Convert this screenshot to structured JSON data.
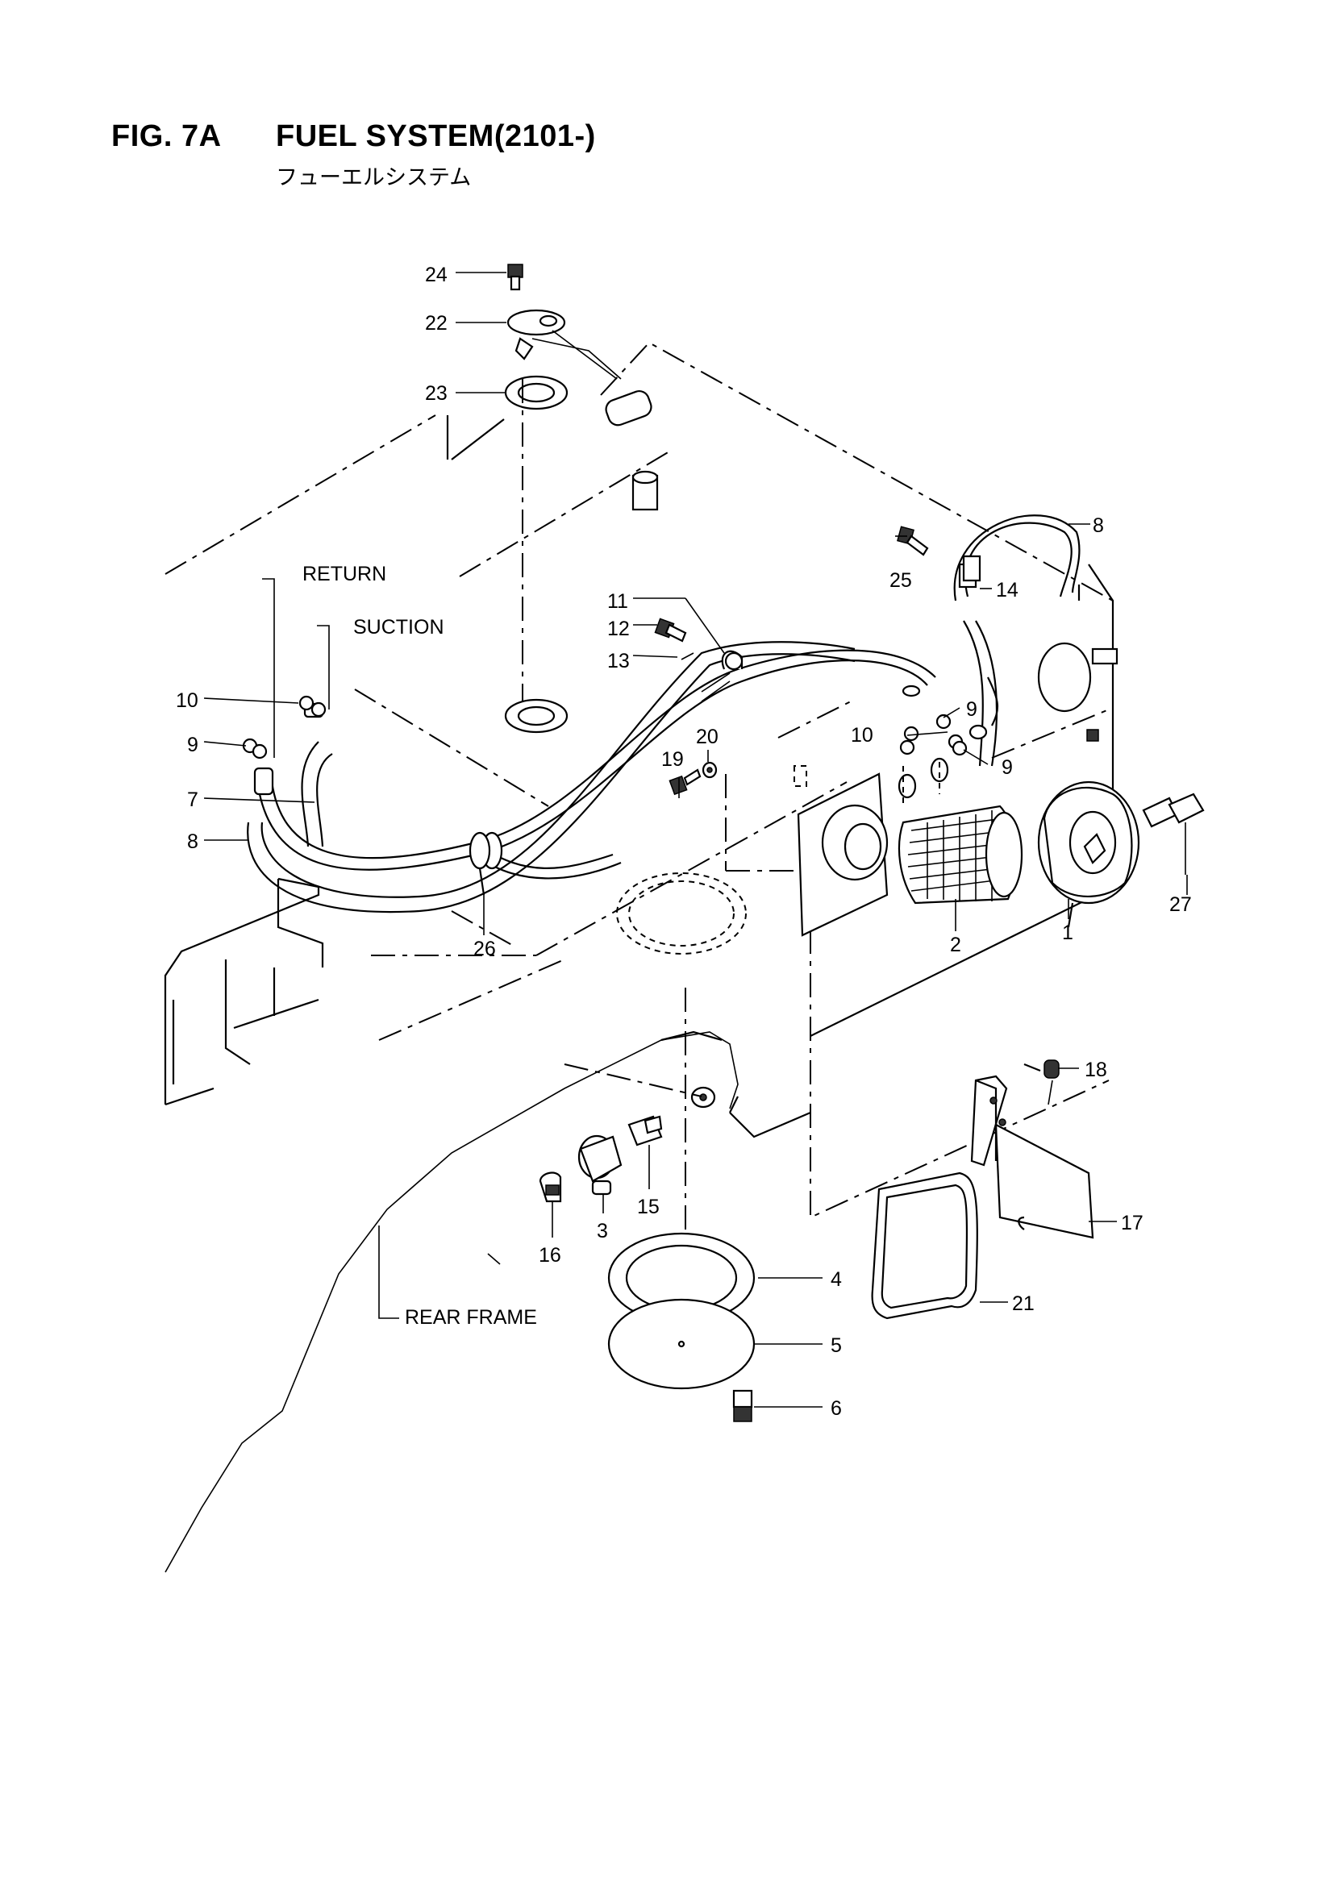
{
  "header": {
    "figure_number": "FIG. 7A",
    "title": "FUEL SYSTEM(2101-)",
    "subtitle_jp": "フューエルシステム"
  },
  "annotations": {
    "return": "RETURN",
    "suction": "SUCTION",
    "rear_frame": "REAR FRAME"
  },
  "callouts": {
    "p1": "1",
    "p2": "2",
    "p3": "3",
    "p4": "4",
    "p5": "5",
    "p6": "6",
    "p7": "7",
    "p8a": "8",
    "p8b": "8",
    "p9a": "9",
    "p9b": "9",
    "p9c": "9",
    "p10a": "10",
    "p10b": "10",
    "p11": "11",
    "p12": "12",
    "p13": "13",
    "p14": "14",
    "p15": "15",
    "p16": "16",
    "p17": "17",
    "p18": "18",
    "p19": "19",
    "p20": "20",
    "p21": "21",
    "p22": "22",
    "p23": "23",
    "p24": "24",
    "p25": "25",
    "p26": "26",
    "p27": "27"
  }
}
